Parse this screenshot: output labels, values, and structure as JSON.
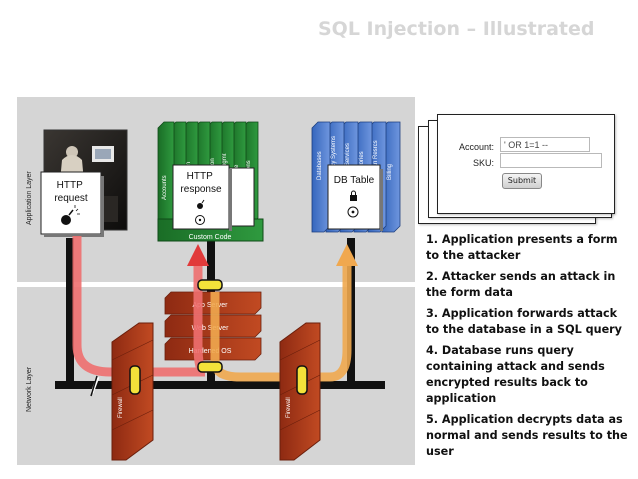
{
  "title": "SQL Injection – Illustrated",
  "layers": {
    "application": "Application Layer",
    "network": "Network Layer"
  },
  "cards": {
    "http_request": "HTTP request",
    "http_response": "HTTP response",
    "db_table": "DB Table",
    "custom_code": "Custom Code"
  },
  "app_modules": [
    "Accounts",
    "Finance",
    "Administration",
    "Transactions",
    "Communication",
    "Knowledge Mgmt",
    "E-Commerce",
    "Bus. Functions"
  ],
  "db_modules": [
    "Databases",
    "Legacy Systems",
    "Web Services",
    "Directories",
    "Human Resrcs",
    "Billing"
  ],
  "servers": [
    "App Server",
    "Web Server",
    "Hardened OS"
  ],
  "firewalls": [
    "Firewall",
    "Firewall"
  ],
  "form": {
    "account_label": "Account:",
    "account_value": "' OR 1=1 --",
    "sku_label": "SKU:",
    "sku_value": "",
    "submit_label": "Submit"
  },
  "steps": [
    "1. Application presents a form to the attacker",
    "2. Attacker sends an attack in the form data",
    "3. Application forwards attack to the database in a SQL query",
    "4. Database runs query containing attack and sends encrypted results back to application",
    "5. Application decrypts data as normal and sends results to the user"
  ],
  "colors": {
    "app_green": "#1f7a2c",
    "db_blue": "#3f6fc4",
    "server_red": "#b1351a",
    "firewall_red": "#a8391a",
    "request_arrow": "#ee6464",
    "response_arrow": "#e13a3a",
    "db_arrow": "#eea64a",
    "band_gray": "#d5d5d5"
  }
}
